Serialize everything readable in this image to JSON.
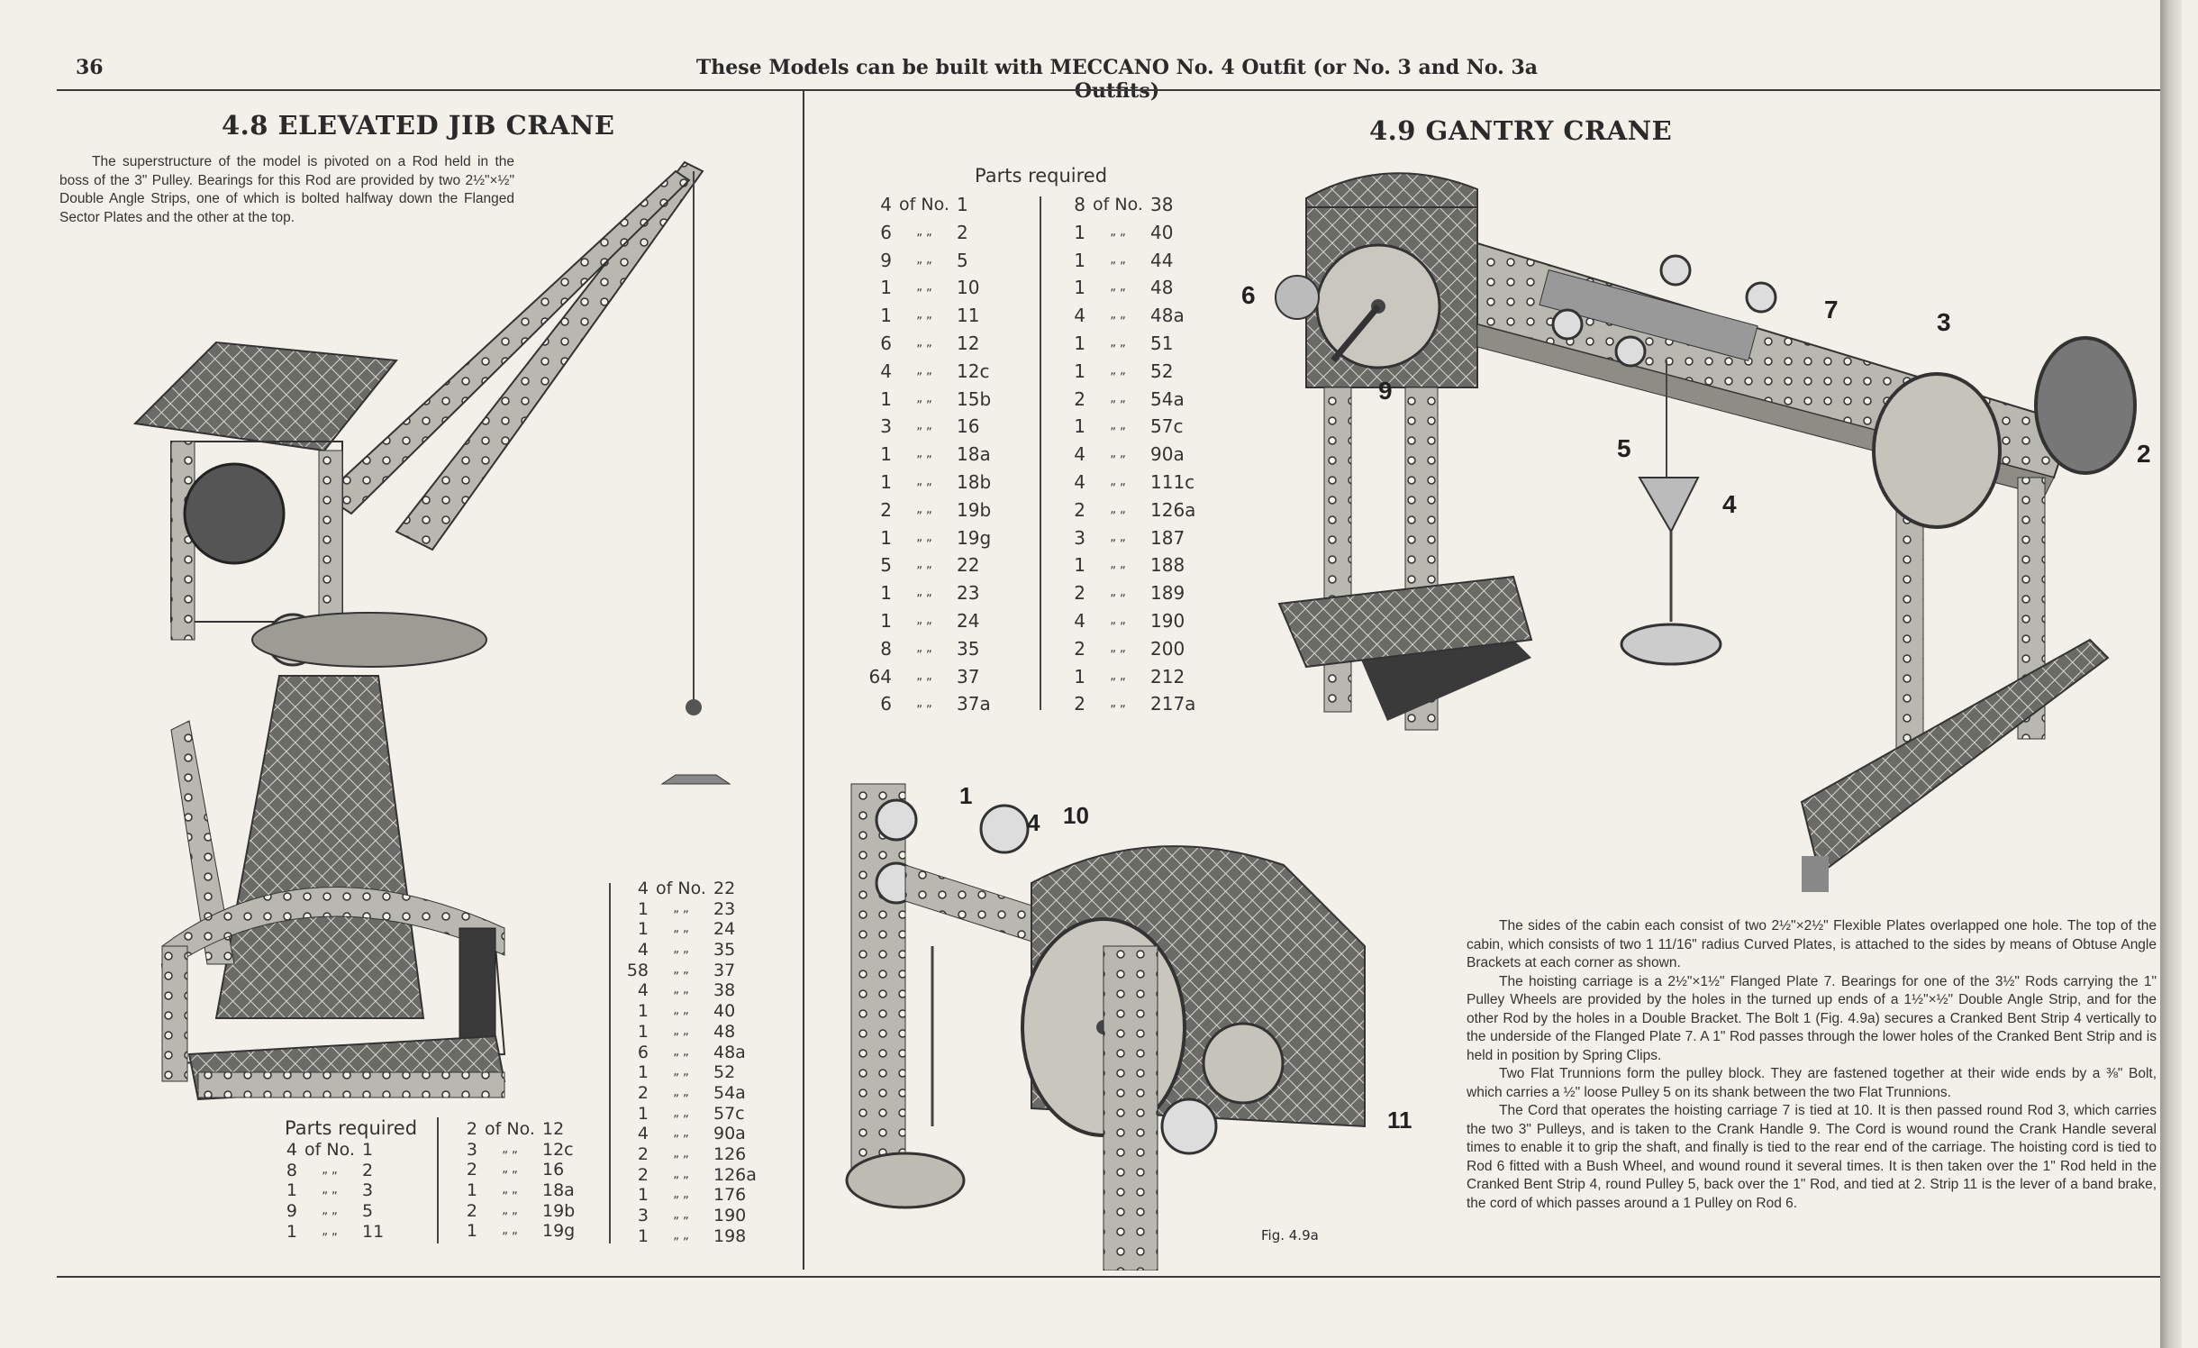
{
  "page": {
    "number": "36",
    "header": "These Models can be built with MECCANO No. 4 Outfit (or No. 3 and No. 3a Outfits)"
  },
  "jib_crane": {
    "title": "4.8  ELEVATED JIB CRANE",
    "description": "The superstructure of the model is pivoted on a Rod held in the boss of the 3\" Pulley. Bearings for this Rod are provided by two 2½\"×½\" Double Angle Strips, one of which is bolted halfway down the Flanged Sector Plates and the other at the top.",
    "parts_heading": "Parts required",
    "parts_col1": [
      [
        "4",
        "1"
      ],
      [
        "8",
        "2"
      ],
      [
        "1",
        "3"
      ],
      [
        "9",
        "5"
      ],
      [
        "1",
        "11"
      ]
    ],
    "parts_col2": [
      [
        "2",
        "12"
      ],
      [
        "3",
        "12c"
      ],
      [
        "2",
        "16"
      ],
      [
        "1",
        "18a"
      ],
      [
        "2",
        "19b"
      ],
      [
        "1",
        "19g"
      ]
    ],
    "parts_col3": [
      [
        "4",
        "22"
      ],
      [
        "1",
        "23"
      ],
      [
        "1",
        "24"
      ],
      [
        "4",
        "35"
      ],
      [
        "58",
        "37"
      ],
      [
        "4",
        "38"
      ],
      [
        "1",
        "40"
      ],
      [
        "1",
        "48"
      ],
      [
        "6",
        "48a"
      ],
      [
        "1",
        "52"
      ],
      [
        "2",
        "54a"
      ],
      [
        "1",
        "57c"
      ],
      [
        "4",
        "90a"
      ],
      [
        "2",
        "126"
      ],
      [
        "2",
        "126a"
      ],
      [
        "1",
        "176"
      ],
      [
        "3",
        "190"
      ],
      [
        "1",
        "198"
      ]
    ]
  },
  "gantry_crane": {
    "title": "4.9  GANTRY CRANE",
    "parts_heading": "Parts required",
    "parts_col1": [
      [
        "4",
        "1"
      ],
      [
        "6",
        "2"
      ],
      [
        "9",
        "5"
      ],
      [
        "1",
        "10"
      ],
      [
        "1",
        "11"
      ],
      [
        "6",
        "12"
      ],
      [
        "4",
        "12c"
      ],
      [
        "1",
        "15b"
      ],
      [
        "3",
        "16"
      ],
      [
        "1",
        "18a"
      ],
      [
        "1",
        "18b"
      ],
      [
        "2",
        "19b"
      ],
      [
        "1",
        "19g"
      ],
      [
        "5",
        "22"
      ],
      [
        "1",
        "23"
      ],
      [
        "1",
        "24"
      ],
      [
        "8",
        "35"
      ],
      [
        "64",
        "37"
      ],
      [
        "6",
        "37a"
      ]
    ],
    "parts_col2": [
      [
        "8",
        "38"
      ],
      [
        "1",
        "40"
      ],
      [
        "1",
        "44"
      ],
      [
        "1",
        "48"
      ],
      [
        "4",
        "48a"
      ],
      [
        "1",
        "51"
      ],
      [
        "1",
        "52"
      ],
      [
        "2",
        "54a"
      ],
      [
        "1",
        "57c"
      ],
      [
        "4",
        "90a"
      ],
      [
        "4",
        "111c"
      ],
      [
        "2",
        "126a"
      ],
      [
        "3",
        "187"
      ],
      [
        "1",
        "188"
      ],
      [
        "2",
        "189"
      ],
      [
        "4",
        "190"
      ],
      [
        "2",
        "200"
      ],
      [
        "1",
        "212"
      ],
      [
        "2",
        "217a"
      ]
    ],
    "callouts": {
      "c6": "6",
      "c9": "9",
      "c7": "7",
      "c3": "3",
      "c2": "2",
      "c5": "5",
      "c4": "4"
    },
    "fig_callouts": {
      "c1": "1",
      "c4": "4",
      "c10": "10",
      "c11": "11"
    },
    "fig_caption": "Fig. 4.9a",
    "description": [
      "The sides of the cabin each consist of two 2½\"×2½\" Flexible Plates overlapped one hole. The top of the cabin, which consists of two 1 11/16\" radius Curved Plates, is attached to the sides by means of Obtuse Angle Brackets at each corner as shown.",
      "The hoisting carriage is a 2½\"×1½\" Flanged Plate 7. Bearings for one of the 3½\" Rods carrying the 1\" Pulley Wheels are provided by the holes in the turned up ends of a 1½\"×½\" Double Angle Strip, and for the other Rod by the holes in a Double Bracket. The Bolt 1 (Fig. 4.9a) secures a Cranked Bent Strip 4 vertically to the underside of the Flanged Plate 7. A 1\" Rod passes through the lower holes of the Cranked Bent Strip and is held in position by Spring Clips.",
      "Two Flat Trunnions form the pulley block. They are fastened together at their wide ends by a ⅜\" Bolt, which carries a ½\" loose Pulley 5 on its shank between the two Flat Trunnions.",
      "The Cord that operates the hoisting carriage 7 is tied at 10. It is then passed round Rod 3, which carries the two 3\" Pulleys, and is taken to the Crank Handle 9. The Cord is wound round the Crank Handle several times to enable it to grip the shaft, and finally is tied to the rear end of the carriage. The hoisting cord is tied to Rod 6 fitted with a Bush Wheel, and wound round it several times. It is then taken over the 1\" Rod held in the Cranked Bent Strip 4, round Pulley 5, back over the 1\" Rod, and tied at 2. Strip 11 is the lever of a band brake, the cord of which passes around a 1 Pulley on Rod 6."
    ]
  },
  "labels": {
    "of_no": "of No.",
    "ditto": "„  „"
  }
}
